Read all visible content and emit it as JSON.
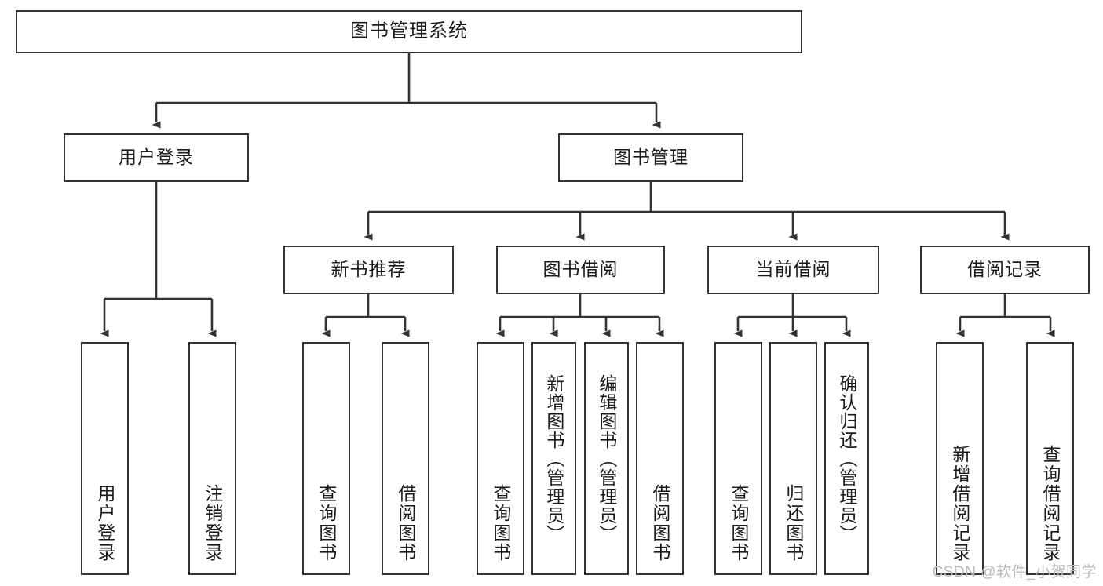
{
  "diagram": {
    "type": "tree",
    "title": "图书管理系统",
    "root": {
      "id": "root",
      "label": "图书管理系统"
    },
    "level1": [
      {
        "id": "user-login",
        "label": "用户登录"
      },
      {
        "id": "book-manage",
        "label": "图书管理"
      }
    ],
    "level2": [
      {
        "id": "new-book-rec",
        "label": "新书推荐",
        "parent": "book-manage"
      },
      {
        "id": "book-borrow",
        "label": "图书借阅",
        "parent": "book-manage"
      },
      {
        "id": "current-borrow",
        "label": "当前借阅",
        "parent": "book-manage"
      },
      {
        "id": "borrow-record",
        "label": "借阅记录",
        "parent": "book-manage"
      }
    ],
    "leaves": [
      {
        "id": "leaf-user-login",
        "label": "用户登录",
        "parent": "user-login"
      },
      {
        "id": "leaf-logout",
        "label": "注销登录",
        "parent": "user-login"
      },
      {
        "id": "leaf-query-book-rec",
        "label": "查询图书",
        "parent": "new-book-rec"
      },
      {
        "id": "leaf-borrow-book-rec",
        "label": "借阅图书",
        "parent": "new-book-rec"
      },
      {
        "id": "leaf-query-book-borrow",
        "label": "查询图书",
        "parent": "book-borrow"
      },
      {
        "id": "leaf-add-book",
        "label": "新增图书（管理员）",
        "parent": "book-borrow"
      },
      {
        "id": "leaf-edit-book",
        "label": "编辑图书（管理员）",
        "parent": "book-borrow"
      },
      {
        "id": "leaf-borrow-book",
        "label": "借阅图书",
        "parent": "book-borrow"
      },
      {
        "id": "leaf-query-book-current",
        "label": "查询图书",
        "parent": "current-borrow"
      },
      {
        "id": "leaf-return-book",
        "label": "归还图书",
        "parent": "current-borrow"
      },
      {
        "id": "leaf-confirm-return",
        "label": "确认归还（管理员）",
        "parent": "current-borrow"
      },
      {
        "id": "leaf-add-record",
        "label": "新增借阅记录",
        "parent": "borrow-record"
      },
      {
        "id": "leaf-query-record",
        "label": "查询借阅记录",
        "parent": "borrow-record"
      }
    ],
    "colors": {
      "border": "#333333",
      "background": "#ffffff",
      "text": "#1a1a1a",
      "watermark": "#b9b9b9"
    }
  },
  "watermark": {
    "text": "CSDN @软件_小贺同学"
  }
}
